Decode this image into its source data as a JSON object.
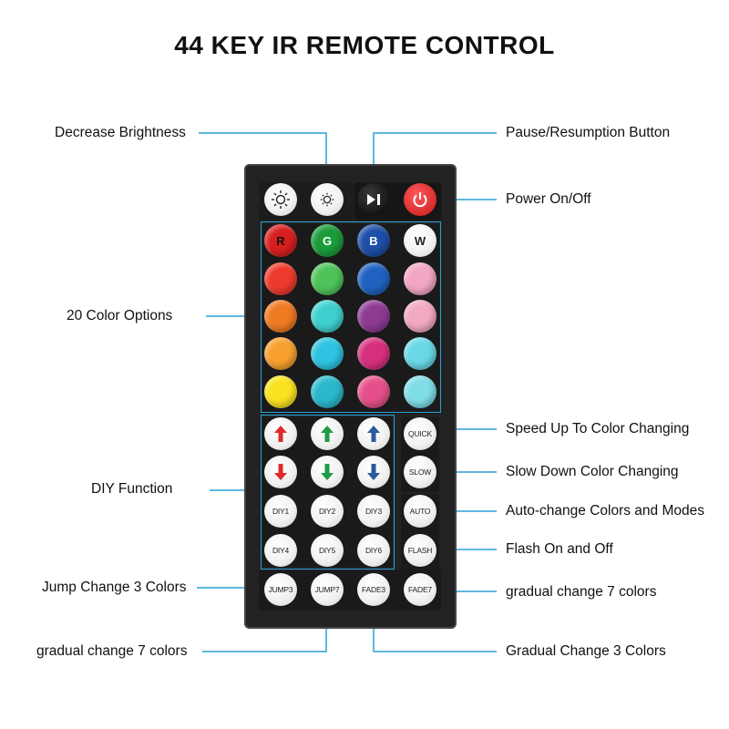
{
  "title": "44 KEY IR REMOTE CONTROL",
  "colors": {
    "line": "#2a9fd6",
    "remote": "#222222",
    "power": "#d92525"
  },
  "labels": {
    "decrease_brightness": "Decrease Brightness",
    "pause": "Pause/Resumption Button",
    "power": "Power On/Off",
    "color_options": "20 Color Options",
    "diy_function": "DIY Function",
    "quick": "Speed Up To Color Changing",
    "slow": "Slow Down Color Changing",
    "auto": "Auto-change Colors and Modes",
    "flash": "Flash On and Off",
    "jump3": "Jump Change 3 Colors",
    "fade7": "gradual change 7 colors",
    "jump7": "gradual change 7 colors",
    "fade3": "Gradual Change 3 Colors"
  },
  "remote": {
    "top_icons": [
      "brightness-up-icon",
      "brightness-down-icon",
      "play-pause-icon",
      "power-icon"
    ],
    "color_grid": [
      [
        {
          "label": "R",
          "color": "#d81f1f"
        },
        {
          "label": "G",
          "color": "#1a9c3a"
        },
        {
          "label": "B",
          "color": "#1e4fa8"
        },
        {
          "label": "W",
          "color": "#f4f4f4"
        }
      ],
      [
        {
          "label": "",
          "color": "#ee3a2c"
        },
        {
          "label": "",
          "color": "#4fc35a"
        },
        {
          "label": "",
          "color": "#1f62c0"
        },
        {
          "label": "",
          "color": "#f2a6c4"
        }
      ],
      [
        {
          "label": "",
          "color": "#f07a22"
        },
        {
          "label": "",
          "color": "#3ed0cf"
        },
        {
          "label": "",
          "color": "#8d3a93"
        },
        {
          "label": "",
          "color": "#f2a9c3"
        }
      ],
      [
        {
          "label": "",
          "color": "#f7a02f"
        },
        {
          "label": "",
          "color": "#2ec3e0"
        },
        {
          "label": "",
          "color": "#d4307d"
        },
        {
          "label": "",
          "color": "#6ad8e6"
        }
      ],
      [
        {
          "label": "",
          "color": "#f9e21f"
        },
        {
          "label": "",
          "color": "#2bb8cb"
        },
        {
          "label": "",
          "color": "#e5508a"
        },
        {
          "label": "",
          "color": "#7fdde6"
        }
      ]
    ],
    "diy": {
      "arrows": [
        "red-up-arrow-icon",
        "green-up-arrow-icon",
        "blue-up-arrow-icon",
        "red-down-arrow-icon",
        "green-down-arrow-icon",
        "blue-down-arrow-icon"
      ],
      "row3": [
        "DIY1",
        "DIY2",
        "DIY3"
      ],
      "row4": [
        "DIY4",
        "DIY5",
        "DIY6"
      ]
    },
    "side": {
      "quick": "QUICK",
      "slow": "SLOW",
      "auto": "AUTO",
      "flash": "FLASH"
    },
    "bottom": [
      "JUMP3",
      "JUMP7",
      "FADE3",
      "FADE7"
    ]
  }
}
